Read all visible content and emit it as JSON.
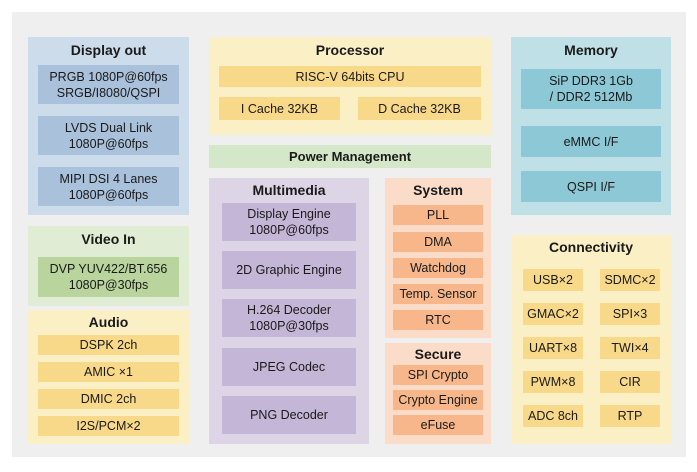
{
  "display_out": {
    "title": "Display out",
    "items": [
      "PRGB 1080P@60fps\nSRGB/I8080/QSPI",
      "LVDS Dual Link\n1080P@60fps",
      "MIPI DSI 4 Lanes\n1080P@60fps"
    ]
  },
  "processor": {
    "title": "Processor",
    "cpu": "RISC-V 64bits CPU",
    "icache": "I Cache 32KB",
    "dcache": "D Cache 32KB"
  },
  "memory": {
    "title": "Memory",
    "items": [
      "SiP DDR3 1Gb\n/ DDR2 512Mb",
      "eMMC I/F",
      "QSPI  I/F"
    ]
  },
  "power": {
    "label": "Power Management"
  },
  "video_in": {
    "title": "Video In",
    "items": [
      "DVP YUV422/BT.656\n1080P@30fps"
    ]
  },
  "audio": {
    "title": "Audio",
    "items": [
      "DSPK 2ch",
      "AMIC ×1",
      "DMIC 2ch",
      "I2S/PCM×2"
    ]
  },
  "multimedia": {
    "title": "Multimedia",
    "items": [
      "Display Engine\n1080P@60fps",
      "2D Graphic Engine",
      "H.264 Decoder\n1080P@30fps",
      "JPEG Codec",
      "PNG Decoder"
    ]
  },
  "system": {
    "title": "System",
    "items": [
      "PLL",
      "DMA",
      "Watchdog",
      "Temp. Sensor",
      "RTC"
    ]
  },
  "secure": {
    "title": "Secure",
    "items": [
      "SPI Crypto",
      "Crypto Engine",
      "eFuse"
    ]
  },
  "connectivity": {
    "title": "Connectivity",
    "items": [
      "USB×2",
      "SDMC×2",
      "GMAC×2",
      "SPI×3",
      "UART×8",
      "TWI×4",
      "PWM×8",
      "CIR",
      "ADC 8ch",
      "RTP"
    ]
  }
}
